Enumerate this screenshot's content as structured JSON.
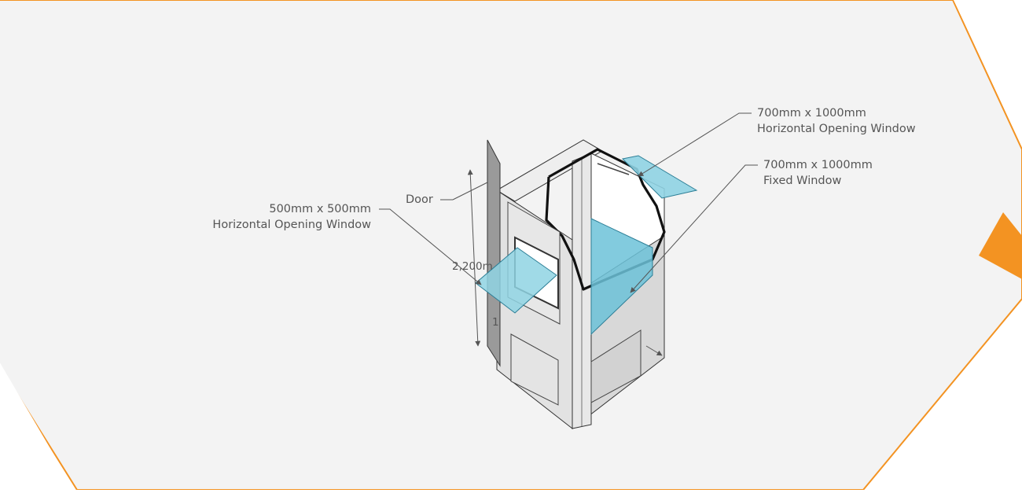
{
  "colors": {
    "background": "#f3f3f3",
    "accent": "#f39322",
    "glass": "#8fd3e3",
    "glass_edge": "#2c7e96",
    "panel": "#dcdcdc",
    "outline": "#111111",
    "leader": "#555555"
  },
  "labels": {
    "door": "Door",
    "small_window": {
      "size": "500mm x 500mm",
      "type": "Horizontal Opening Window"
    },
    "opening_window": {
      "size": "700mm x 1000mm",
      "type": "Horizontal Opening Window"
    },
    "fixed_window": {
      "size": "700mm x 1000mm",
      "type": "Fixed Window"
    }
  },
  "dimensions": {
    "height": "2,200mm",
    "partial": "1"
  },
  "decor": {
    "arrow_icon": "orange-triangle-arrow-icon"
  }
}
